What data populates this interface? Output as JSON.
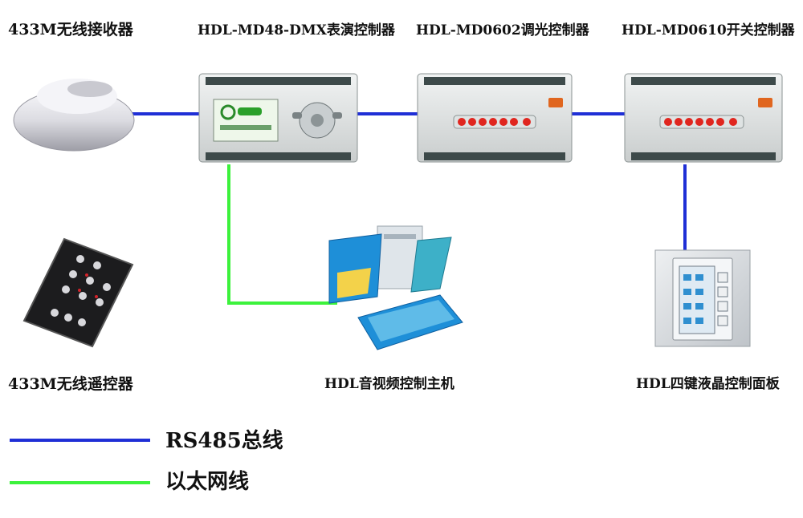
{
  "labels": {
    "receiver": "433M无线接收器",
    "dmx_controller": "HDL-MD48-DMX表演控制器",
    "dimmer_controller": "HDL-MD0602调光控制器",
    "switch_controller": "HDL-MD0610开关控制器",
    "remote": "433M无线遥控器",
    "av_host": "HDL音视频控制主机",
    "lcd_panel": "HDL四键液晶控制面板"
  },
  "legend": {
    "rs485_label": "RS485总线",
    "ethernet_label": "以太网线"
  },
  "colors": {
    "rs485": "#1f2fd6",
    "ethernet": "#3cf23c"
  }
}
